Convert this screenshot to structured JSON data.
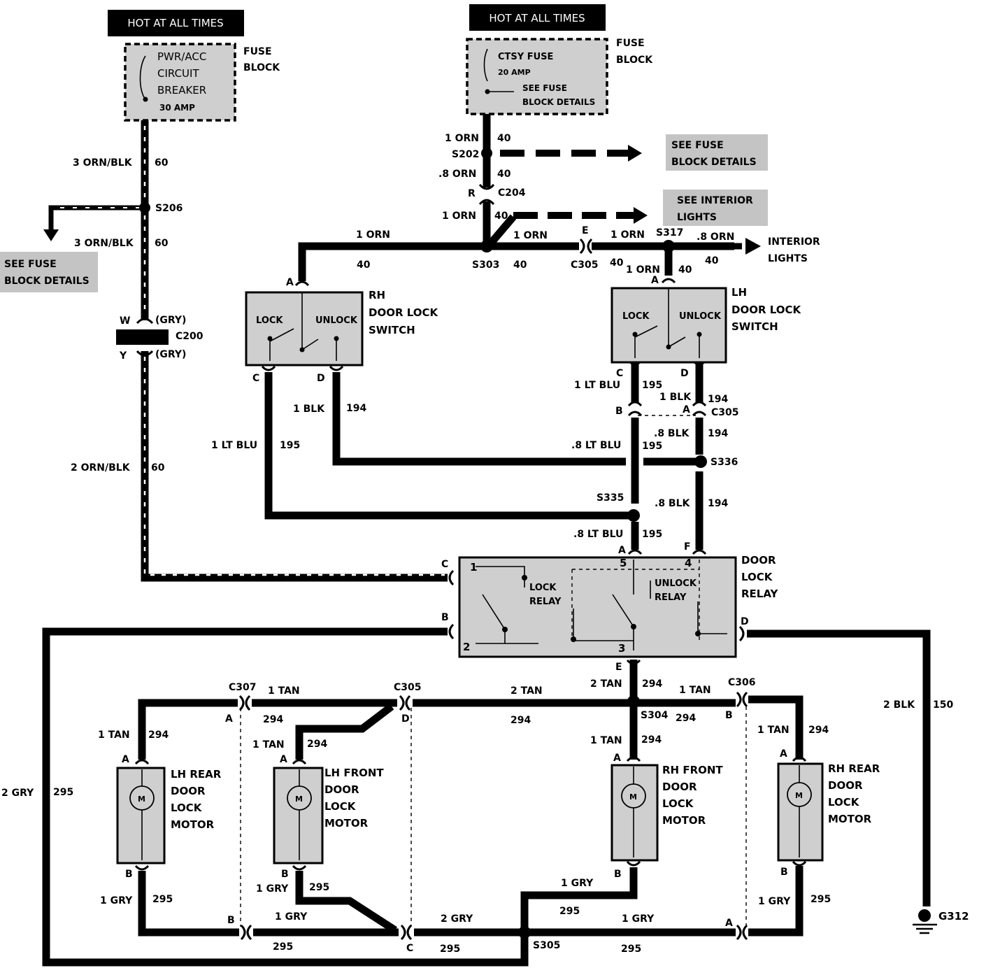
{
  "hot_labels": {
    "left": "HOT AT ALL TIMES",
    "center": "HOT AT ALL TIMES"
  },
  "fuse_block_left": {
    "lines": [
      "PWR/ACC",
      "CIRCUIT",
      "BREAKER",
      "30 AMP"
    ],
    "tag": [
      "FUSE",
      "BLOCK"
    ]
  },
  "fuse_block_center": {
    "lines": [
      "CTSY FUSE",
      "20 AMP",
      "SEE FUSE",
      "BLOCK DETAILS"
    ],
    "tag": [
      "FUSE",
      "BLOCK"
    ]
  },
  "references": {
    "fuse_details_left": [
      "SEE FUSE",
      "BLOCK DETAILS"
    ],
    "fuse_details_right": [
      "SEE FUSE",
      "BLOCK DETAILS"
    ],
    "interior_lights_ref": [
      "SEE INTERIOR",
      "LIGHTS"
    ],
    "interior_lights": [
      "INTERIOR",
      "LIGHTS"
    ]
  },
  "splices": {
    "s206": "S206",
    "s202": "S202",
    "s303": "S303",
    "s317": "S317",
    "s336": "S336",
    "s335": "S335",
    "s304": "S304",
    "s305": "S305"
  },
  "connectors": {
    "c200": "C200",
    "c204": "C204",
    "c305a": "C305",
    "c305b": "C305",
    "c305c": "C305",
    "c307": "C307",
    "c306": "C306",
    "c200_w": "(GRY)",
    "c200_y": "(GRY)"
  },
  "ground": "G312",
  "components": {
    "rh_switch": {
      "title": [
        "RH",
        "DOOR LOCK",
        "SWITCH"
      ],
      "lock": "LOCK",
      "unlock": "UNLOCK"
    },
    "lh_switch": {
      "title": [
        "LH",
        "DOOR LOCK",
        "SWITCH"
      ],
      "lock": "LOCK",
      "unlock": "UNLOCK"
    },
    "relay": {
      "title": [
        "DOOR",
        "LOCK",
        "RELAY"
      ],
      "lock": [
        "LOCK",
        "RELAY"
      ],
      "unlock": [
        "UNLOCK",
        "RELAY"
      ]
    },
    "lh_rear_motor": [
      "LH REAR",
      "DOOR",
      "LOCK",
      "MOTOR"
    ],
    "lh_front_motor": [
      "LH FRONT",
      "DOOR",
      "LOCK",
      "MOTOR"
    ],
    "rh_front_motor": [
      "RH FRONT",
      "DOOR",
      "LOCK",
      "MOTOR"
    ],
    "rh_rear_motor": [
      "RH REAR",
      "DOOR",
      "LOCK",
      "MOTOR"
    ]
  },
  "wires": {
    "w1": "3 ORN/BLK",
    "c1": "60",
    "w2": "3 ORN/BLK",
    "c2": "60",
    "w3": "2 ORN/BLK",
    "c3": "60",
    "w4": "1 ORN",
    "c4": "40",
    "w5": ".8 ORN",
    "c5": "40",
    "w6": "1 ORN",
    "c6": "40",
    "w7": "1 ORN",
    "c7": "40",
    "w8": "1 ORN",
    "c8": "40",
    "w9": "1 ORN",
    "c9": "40",
    "w10": ".8 ORN",
    "c10": "40",
    "w11": "1 ORN",
    "c11": "40",
    "w12": "1 BLK",
    "c12": "194",
    "w13": "1 LT BLU",
    "c13": "195",
    "w14": "1 LT BLU",
    "c14": "195",
    "w15": "1 BLK",
    "c15": "194",
    "w16": ".8 BLK",
    "c16": "194",
    "w17": ".8 LT BLU",
    "c17": "195",
    "w18": ".8 BLK",
    "c18": "194",
    "w19": ".8 LT BLU",
    "c19": "195",
    "w20": "2 TAN",
    "c20": "294",
    "w21": "1 TAN",
    "c21": "294",
    "w22": "2 TAN",
    "c22": "294",
    "w23": "1 TAN",
    "c23": "294",
    "w24": "1 TAN",
    "c24": "294",
    "w25": "1 TAN",
    "c25": "294",
    "w26": "1 TAN",
    "c26": "294",
    "w27": "1 TAN",
    "c27": "294",
    "w28": "1 GRY",
    "c28": "295",
    "w29": "1 GRY",
    "c29": "295",
    "w30": "1 GRY",
    "c30": "295",
    "w31": "1 GRY",
    "c31": "295",
    "w32": "1 GRY",
    "c32": "295",
    "w33": "2 GRY",
    "c33": "295",
    "w34": "1 GRY",
    "c34": "295",
    "w35": "2 GRY",
    "c35": "295",
    "w36": "2 BLK",
    "c36": "150"
  },
  "pins": {
    "rh_a": "A",
    "rh_c": "C",
    "rh_d": "D",
    "lh_a": "A",
    "lh_c": "C",
    "lh_d": "D",
    "c305_b": "B",
    "c305_a": "A",
    "c305_e": "E",
    "c204_r": "R",
    "c200_w": "W",
    "c200_y": "Y",
    "relay_a": "A",
    "relay_f": "F",
    "relay_c": "C",
    "relay_b": "B",
    "relay_d": "D",
    "relay_e": "E",
    "relay_p1": "1",
    "relay_p2": "2",
    "relay_p3": "3",
    "relay_p4": "4",
    "relay_p5": "5",
    "c307_a": "A",
    "c307_b": "B",
    "c305_d": "D",
    "c305_c": "C",
    "c306_b": "B",
    "c306_a": "A",
    "lhr_a": "A",
    "lhr_b": "B",
    "lhf_a": "A",
    "lhf_b": "B",
    "rhf_a": "A",
    "rhf_b": "B",
    "rhr_a": "A",
    "rhr_b": "B",
    "motor_m": "M"
  }
}
